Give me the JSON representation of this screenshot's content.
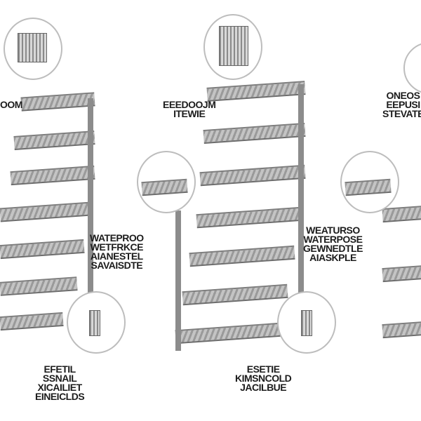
{
  "labels": {
    "top_left": [
      "OOM"
    ],
    "top_center": [
      "EEEDOOJM",
      "ITEWIE"
    ],
    "top_right": [
      "ONEOS",
      "EEPUSI",
      "STEVATE"
    ],
    "mid_left": [
      "WATEPROO",
      "WETFRKCE",
      "AIANESTEL",
      "SAVAISDTE"
    ],
    "mid_right": [
      "WEATURSO",
      "WATERPOSE",
      "GEWNEDTLE",
      "AIASKPLE"
    ],
    "bottom_left": [
      "EFETIL",
      "SSNAIL",
      "XICAILIET",
      "EINEICLDS"
    ],
    "bottom_center": [
      "ESETIE",
      "KIMSNCOLD",
      "JACILBUE"
    ]
  }
}
